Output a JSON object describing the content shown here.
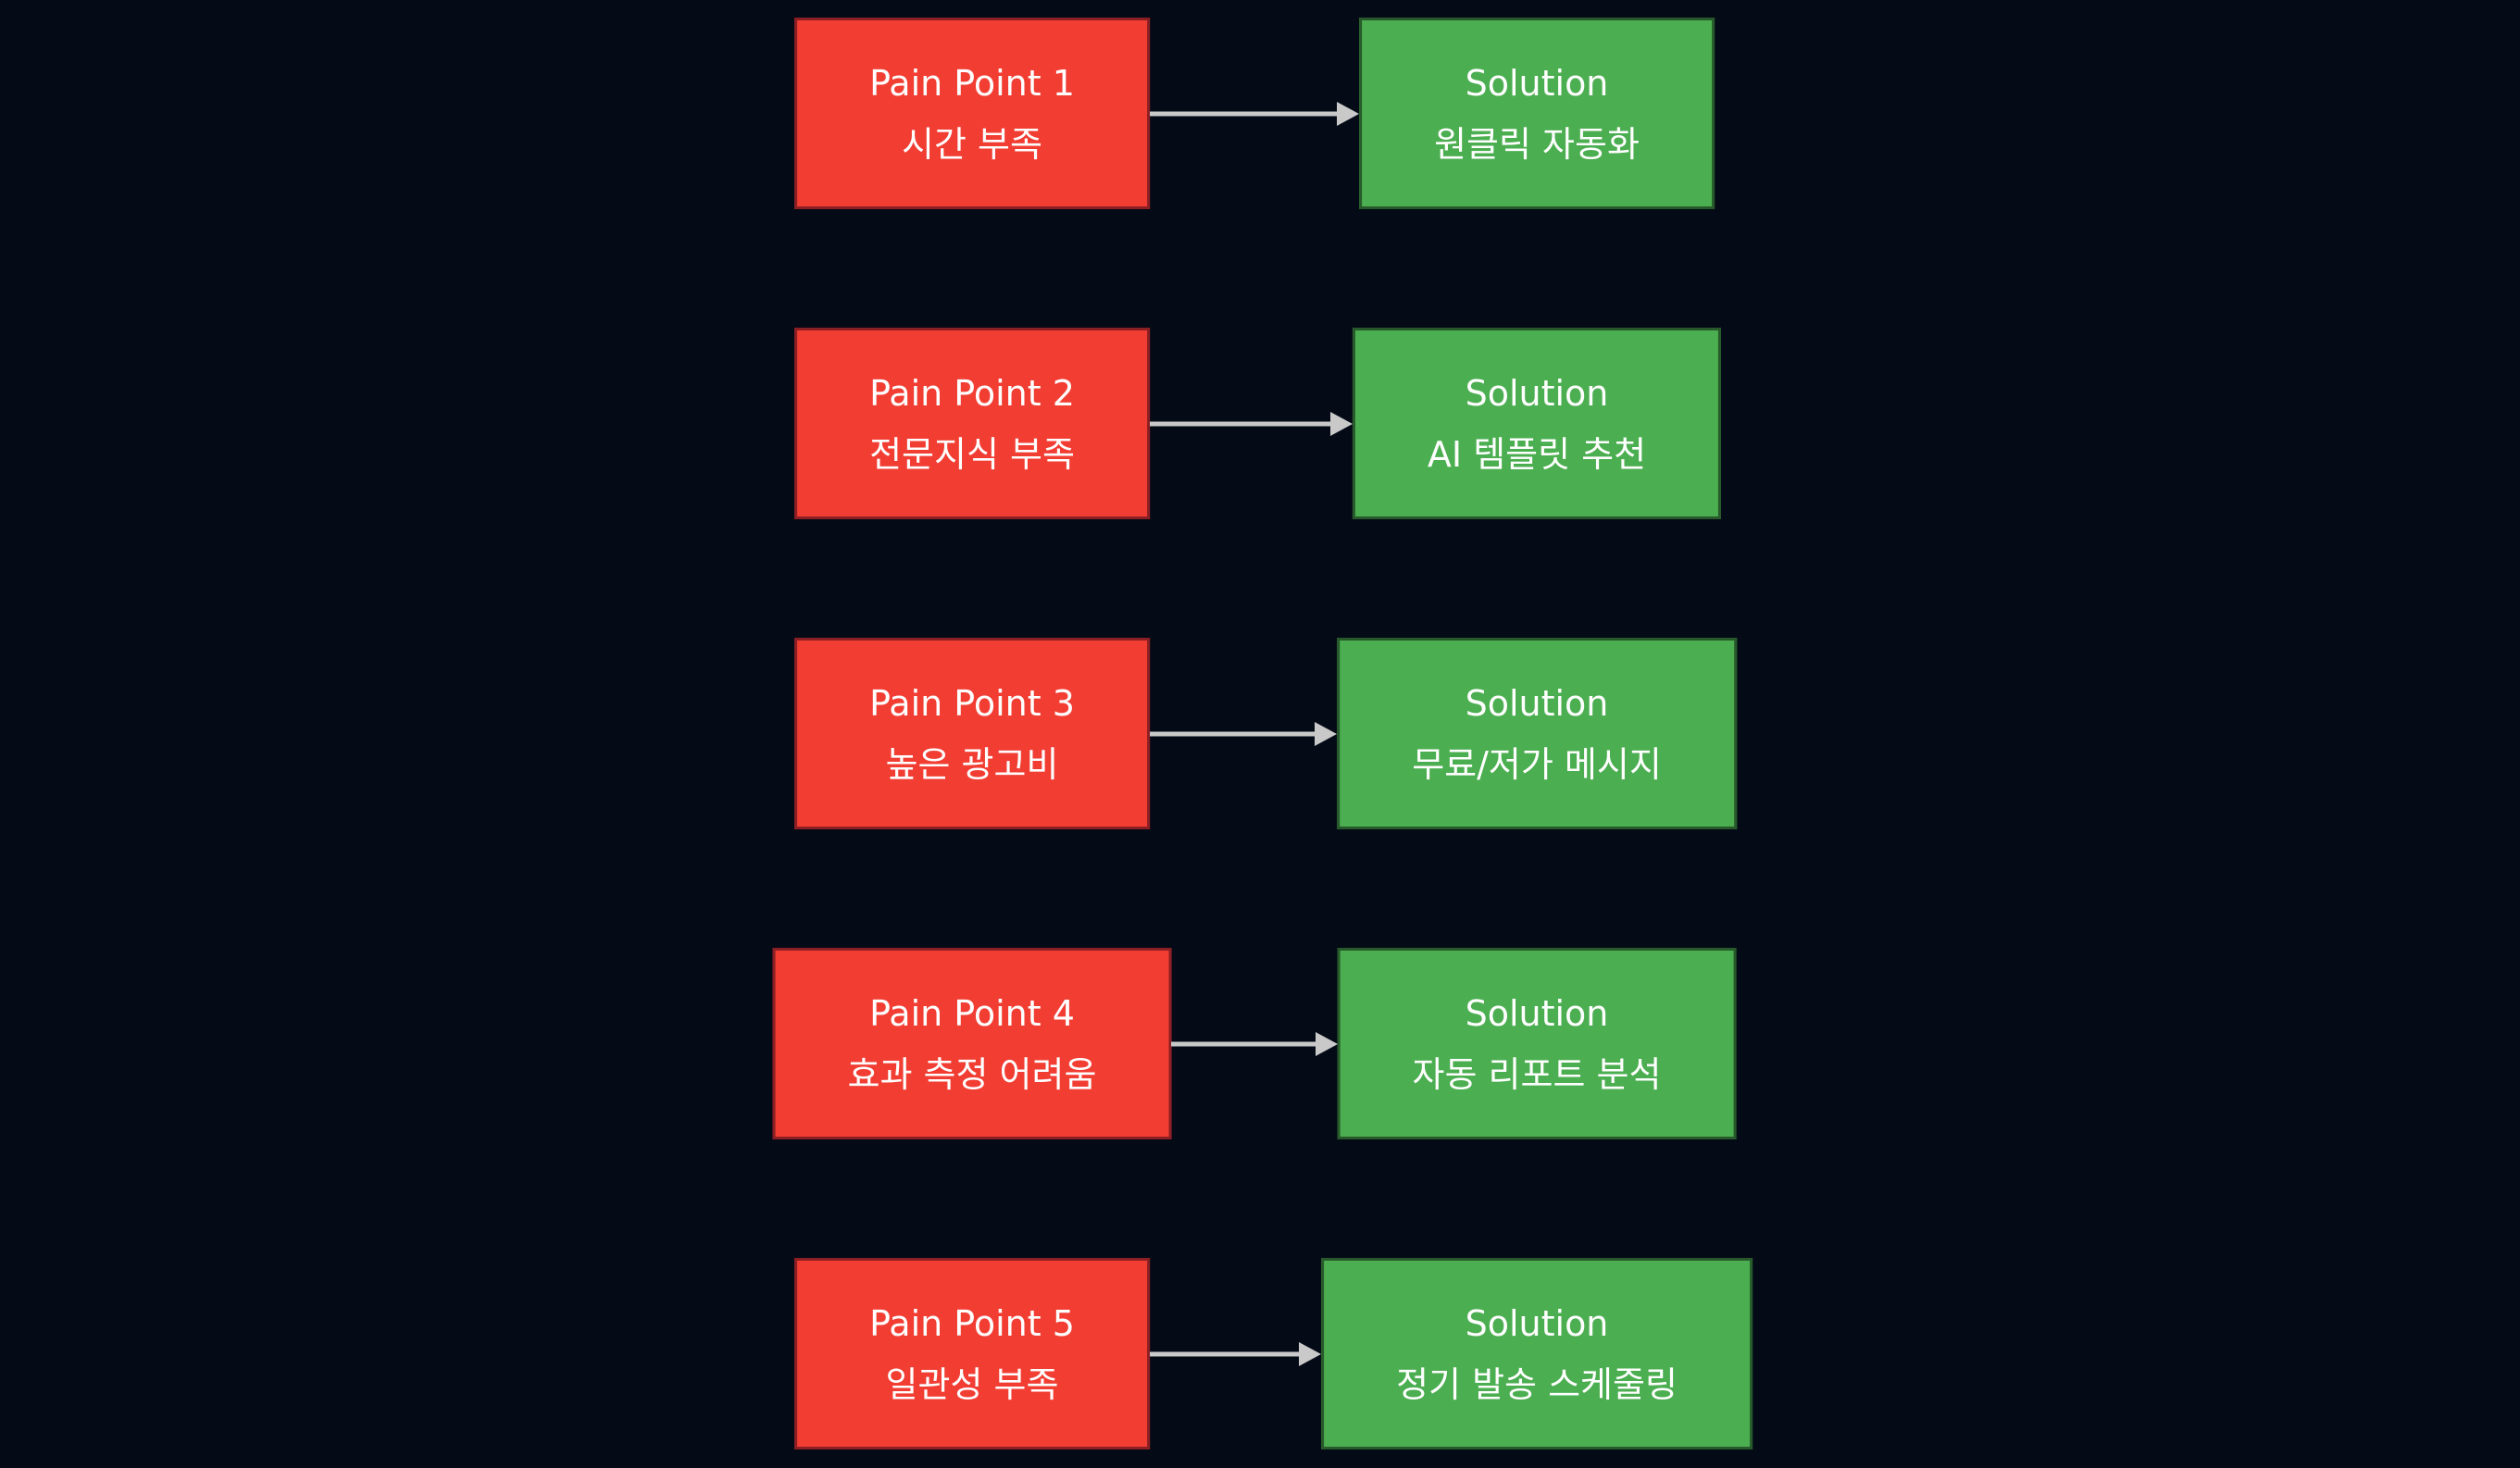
{
  "canvas": {
    "background": "#040a16"
  },
  "colors": {
    "background": "#040a16",
    "pain_fill": "#f23d33",
    "pain_border": "#8b1f24",
    "solution_fill": "#4bae50",
    "solution_border": "#27592b",
    "arrow": "#c9c9c9",
    "text": "#ffffff"
  },
  "diagram": {
    "rows": [
      {
        "pain_title": "Pain Point 1",
        "pain_subtitle": "시간 부족",
        "solution_title": "Solution",
        "solution_subtitle": "원클릭 자동화"
      },
      {
        "pain_title": "Pain Point 2",
        "pain_subtitle": "전문지식 부족",
        "solution_title": "Solution",
        "solution_subtitle": "AI 템플릿 추천"
      },
      {
        "pain_title": "Pain Point 3",
        "pain_subtitle": "높은 광고비",
        "solution_title": "Solution",
        "solution_subtitle": "무료/저가 메시지"
      },
      {
        "pain_title": "Pain Point 4",
        "pain_subtitle": "효과 측정 어려움",
        "solution_title": "Solution",
        "solution_subtitle": "자동 리포트 분석"
      },
      {
        "pain_title": "Pain Point 5",
        "pain_subtitle": "일관성 부족",
        "solution_title": "Solution",
        "solution_subtitle": "정기 발송 스케줄링"
      }
    ]
  }
}
